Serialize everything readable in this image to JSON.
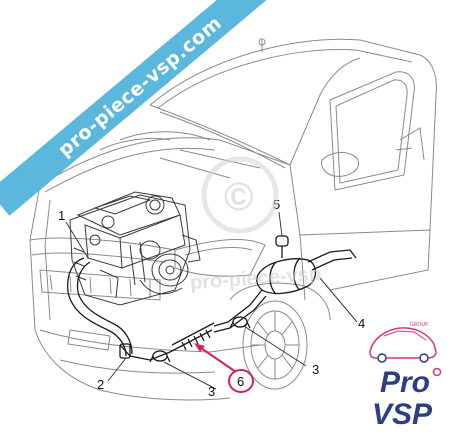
{
  "banner": {
    "text": "pro-piece-vsp.com",
    "color": "#5bb8dc"
  },
  "watermark": {
    "text": "pro-piece-vsp",
    "symbol": "©"
  },
  "callouts": [
    {
      "id": "1",
      "label": "1"
    },
    {
      "id": "2",
      "label": "2"
    },
    {
      "id": "3a",
      "label": "3"
    },
    {
      "id": "3b",
      "label": "3"
    },
    {
      "id": "4",
      "label": "4"
    },
    {
      "id": "5",
      "label": "5"
    },
    {
      "id": "6",
      "label": "6"
    }
  ],
  "highlight": {
    "part": "6",
    "color": "#d0245c"
  },
  "logo": {
    "line1": "Pro",
    "line2": "VSP",
    "tagline": "GROUP",
    "colors": {
      "text": "#2c3e86",
      "accent": "#d9347a"
    }
  }
}
